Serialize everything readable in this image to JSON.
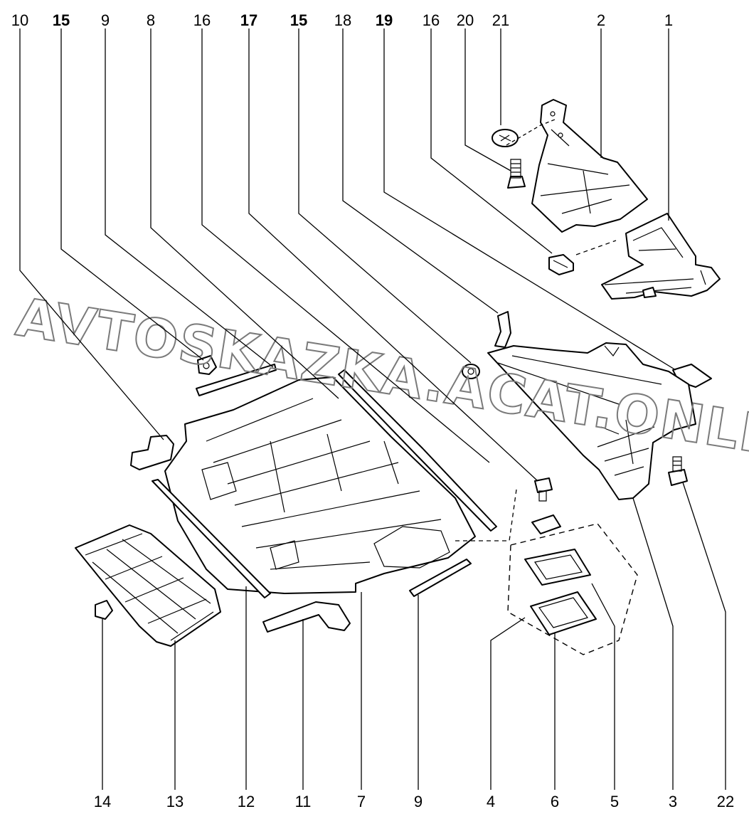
{
  "watermark": "AVTOSKAZKA.ACAT.ONLINE",
  "callouts_top": [
    {
      "label": "10",
      "bold": false
    },
    {
      "label": "15",
      "bold": true
    },
    {
      "label": "9",
      "bold": false
    },
    {
      "label": "8",
      "bold": false
    },
    {
      "label": "16",
      "bold": false
    },
    {
      "label": "17",
      "bold": true
    },
    {
      "label": "15",
      "bold": true
    },
    {
      "label": "18",
      "bold": false
    },
    {
      "label": "19",
      "bold": true
    },
    {
      "label": "16",
      "bold": false
    },
    {
      "label": "20",
      "bold": false
    },
    {
      "label": "21",
      "bold": false
    },
    {
      "label": "2",
      "bold": false
    },
    {
      "label": "1",
      "bold": false
    }
  ],
  "callouts_bottom": [
    {
      "label": "14",
      "bold": false
    },
    {
      "label": "13",
      "bold": false
    },
    {
      "label": "12",
      "bold": false
    },
    {
      "label": "11",
      "bold": false
    },
    {
      "label": "7",
      "bold": false
    },
    {
      "label": "9",
      "bold": false
    },
    {
      "label": "4",
      "bold": false
    },
    {
      "label": "6",
      "bold": false
    },
    {
      "label": "5",
      "bold": false
    },
    {
      "label": "3",
      "bold": false
    },
    {
      "label": "22",
      "bold": false
    }
  ]
}
